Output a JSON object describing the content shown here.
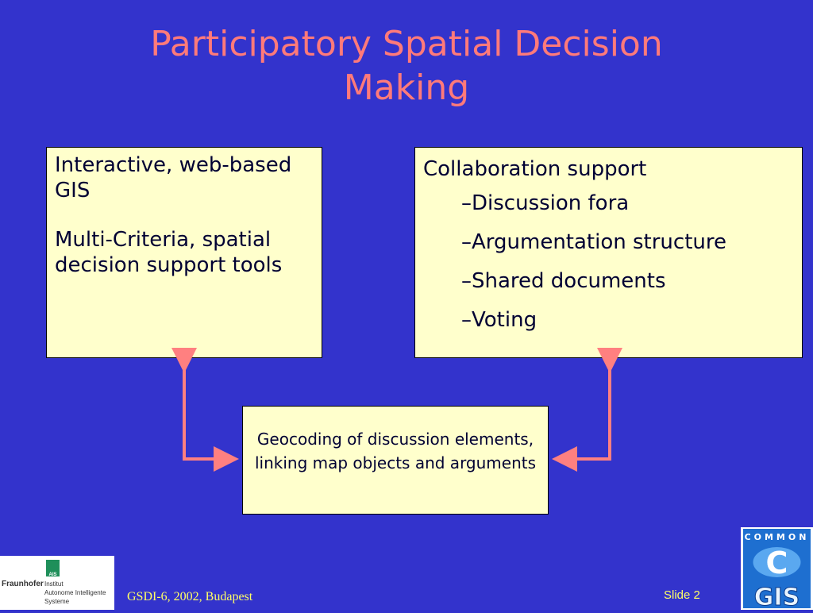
{
  "slide": {
    "title_line1": "Participatory Spatial Decision",
    "title_line2": "Making"
  },
  "box_left": {
    "para1": "Interactive, web-based GIS",
    "para2": "Multi-Criteria, spatial decision support tools"
  },
  "box_right": {
    "heading": "Collaboration support",
    "items": [
      "Discussion fora",
      "Argumentation structure",
      "Shared documents",
      "Voting"
    ]
  },
  "box_center": {
    "text": "Geocoding of discussion elements, linking map objects and arguments"
  },
  "footer": {
    "left": "GSDI-6, 2002, Budapest",
    "right": "Slide 2"
  },
  "logo_fraunhofer": {
    "badge": "AIS",
    "brand": "Fraunhofer",
    "line1": "Institut",
    "line2": "Autonome Intelligente",
    "line3": "Systeme"
  },
  "logo_commongis": {
    "top": "COMMON",
    "c": "C",
    "bottom": "GIS"
  },
  "colors": {
    "background": "#3333cc",
    "title": "#ff7a7a",
    "box_fill": "#ffffcc",
    "arrow": "#ff8080",
    "footer_text": "#ffff66"
  }
}
